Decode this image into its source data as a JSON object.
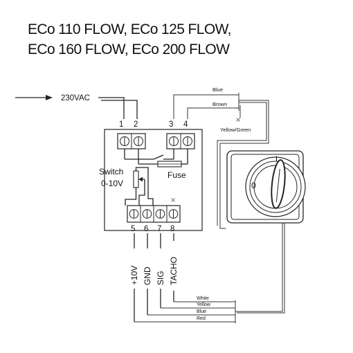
{
  "title": {
    "line1": "ECo 110 FLOW, ECo 125 FLOW,",
    "line2": "ECo 160 FLOW, ECo 200 FLOW"
  },
  "supply": {
    "label": "230VAC"
  },
  "terminals": {
    "t1": "1",
    "t2": "2",
    "t3": "3",
    "t4": "4",
    "t5": "5",
    "t6": "6",
    "t7": "7",
    "t8": "8"
  },
  "components": {
    "switch_label_line1": "Switch",
    "switch_label_line2": "0-10V",
    "fuse_label": "Fuse"
  },
  "signals": {
    "s5": "+10V",
    "s6": "GND",
    "s7": "SIG",
    "s8": "TACHO"
  },
  "wires_motor": {
    "blue": "Blue",
    "brown": "Brown",
    "yellow_green": "Yellow/Green"
  },
  "wires_bottom": {
    "white": "White",
    "yellow": "Yellow",
    "blue": "Blue",
    "red": "Red"
  },
  "rotary_switch": {
    "pos_off": "0",
    "pos_on": "I"
  }
}
